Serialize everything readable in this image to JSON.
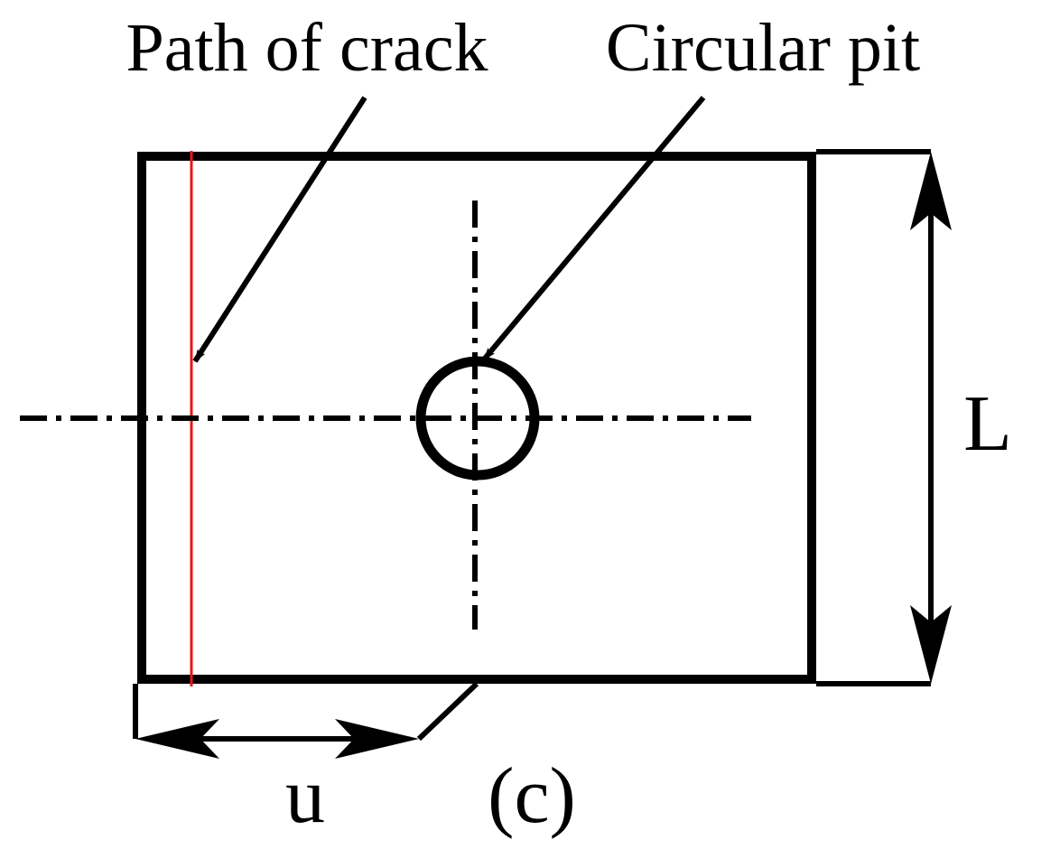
{
  "labels": {
    "crack_path": "Path of crack",
    "circular_pit": "Circular pit",
    "length": "L",
    "offset": "u",
    "panel": "(c)"
  },
  "colors": {
    "ink": "#000000",
    "crack": "#e8141b",
    "background": "#ffffff"
  }
}
